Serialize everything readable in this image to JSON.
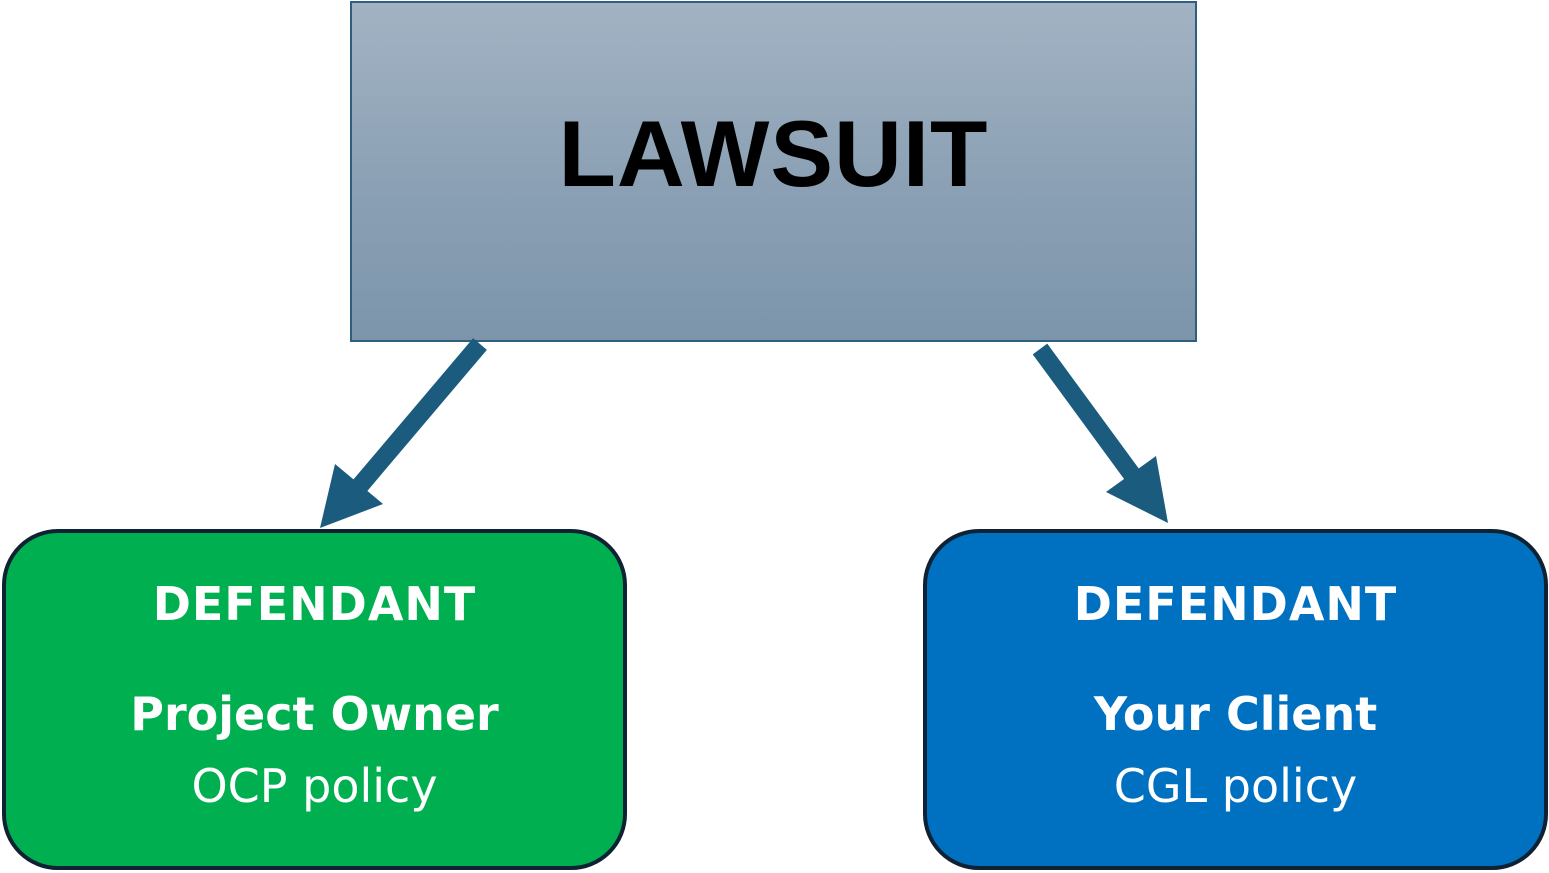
{
  "lawsuit": {
    "title": "LAWSUIT",
    "color": "#8ba0b4"
  },
  "defendants": [
    {
      "role": "DEFENDANT",
      "party": "Project Owner",
      "policy": "OCP policy",
      "color": "#00b050"
    },
    {
      "role": "DEFENDANT",
      "party": "Your Client",
      "policy": "CGL policy",
      "color": "#0070c0"
    }
  ],
  "arrow_color": "#1b5b7e"
}
